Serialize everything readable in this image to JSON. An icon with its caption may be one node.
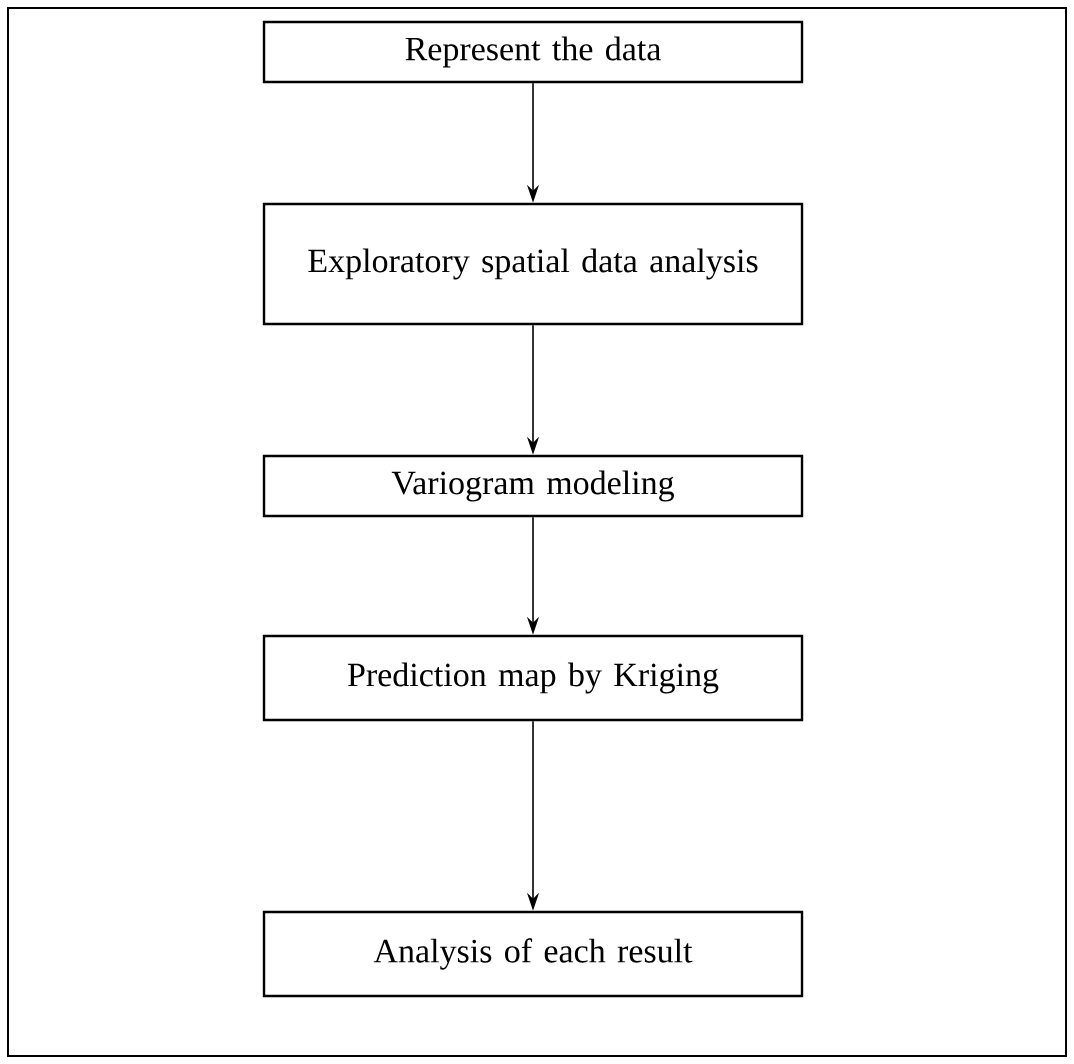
{
  "diagram": {
    "nodes": [
      {
        "text": [
          "Represent the data"
        ]
      },
      {
        "text": [
          "Exploratory spatial data analysis"
        ]
      },
      {
        "text": [
          "Variogram modeling"
        ]
      },
      {
        "text": [
          "Prediction map by Kriging"
        ]
      },
      {
        "text": [
          "Analysis of each result"
        ]
      }
    ],
    "edges": [
      {
        "from": 0,
        "to": 1,
        "arrow": "to"
      },
      {
        "from": 1,
        "to": 2,
        "arrow": "to"
      },
      {
        "from": 2,
        "to": 3,
        "arrow": "to"
      },
      {
        "from": 3,
        "to": 4,
        "arrow": "to"
      }
    ]
  }
}
